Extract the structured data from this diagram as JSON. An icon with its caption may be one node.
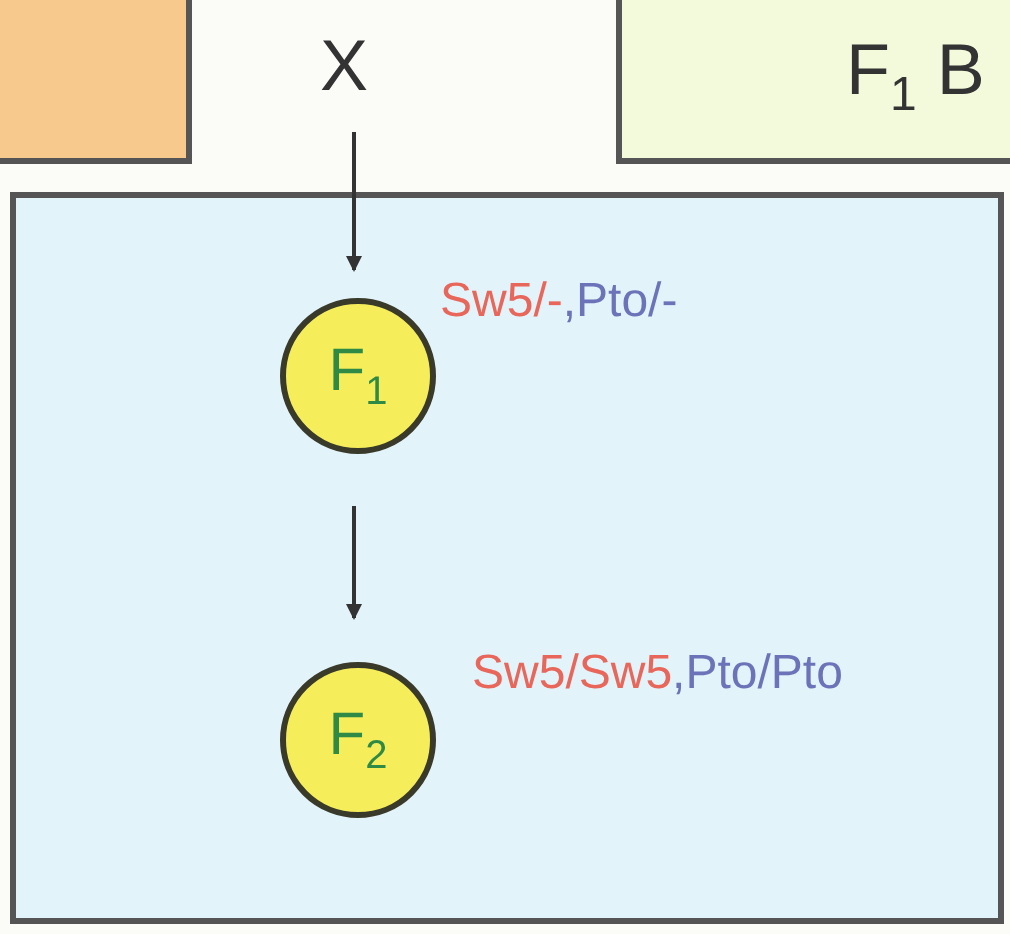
{
  "diagram": {
    "nodes": [
      {
        "text": [],
        "shape": "box"
      },
      {
        "text": [
          "X"
        ]
      },
      {
        "text": [
          "F$_{1}$ B"
        ]
      },
      {
        "text": [],
        "shape": "box"
      },
      {
        "text": [
          "F$_{1}$"
        ],
        "in": 3,
        "beside": [
          "Sw5/-",
          ",Pto/-"
        ]
      },
      {
        "text": [
          "F$_{2}$"
        ],
        "in": 3,
        "beside": [
          "Sw5/Sw5",
          ",Pto/Pto"
        ]
      }
    ],
    "edges": [
      {
        "from": 1,
        "to": 4,
        "arrow": "to"
      },
      {
        "from": 4,
        "to": 5,
        "arrow": "to"
      }
    ]
  }
}
